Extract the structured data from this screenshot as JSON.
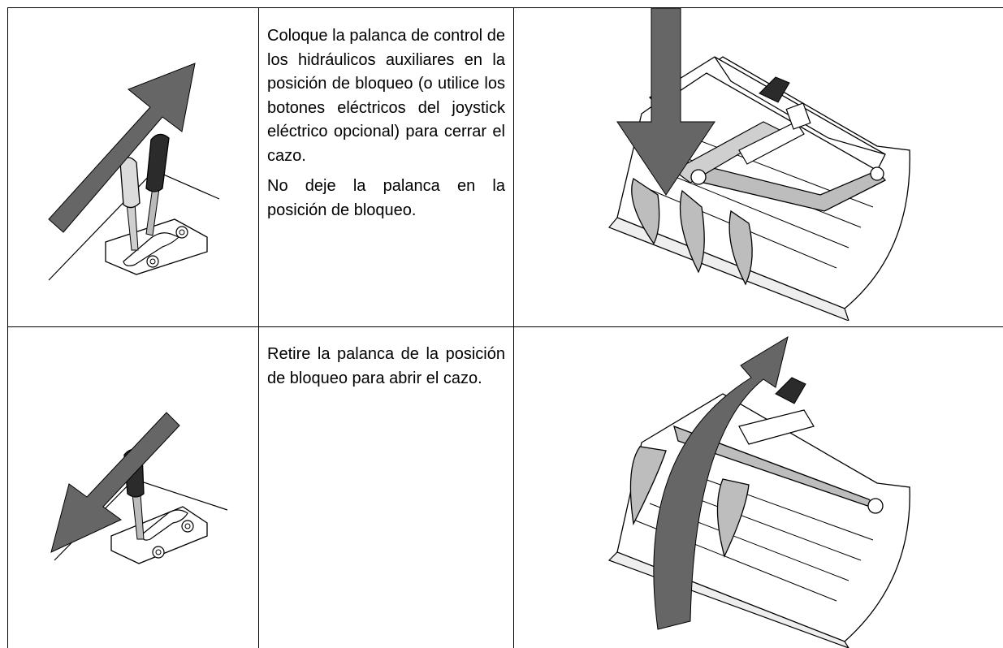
{
  "steps": [
    {
      "paragraphs": [
        "Coloque la palanca de control de los hidráulicos auxiliares en la posición de bloqueo (o utilice los botones eléctricos del joystick eléctrico opcional) para cerrar el cazo.",
        "No deje la palanca en la posición de bloqueo."
      ],
      "lever_icon": "lever-locked-icon",
      "bucket_icon": "grapple-bucket-closing-icon"
    },
    {
      "paragraphs": [
        "Retire la palanca de la posición de bloqueo para abrir el cazo."
      ],
      "lever_icon": "lever-unlocked-icon",
      "bucket_icon": "grapple-bucket-opening-icon"
    }
  ],
  "colors": {
    "arrow": "#666666",
    "grip_dark": "#2b2b2b",
    "grip_light": "#d9d9d9",
    "line": "#000000"
  }
}
